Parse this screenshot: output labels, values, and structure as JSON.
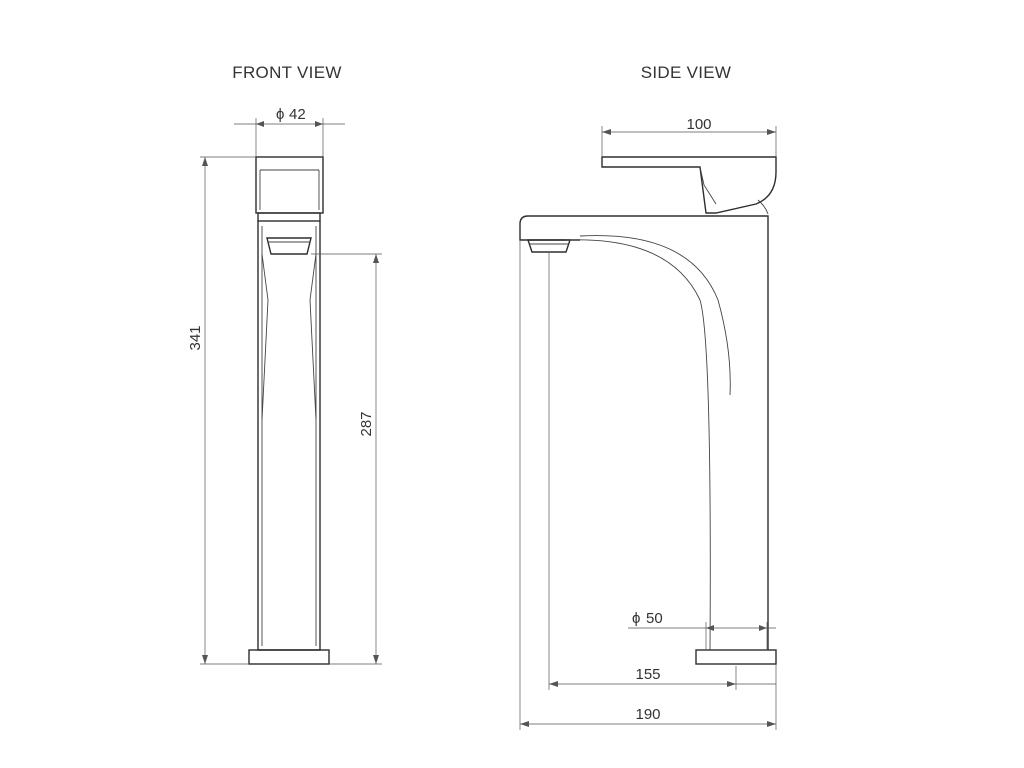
{
  "views": {
    "front": {
      "title": "FRONT VIEW"
    },
    "side": {
      "title": "SIDE VIEW"
    }
  },
  "dimensions": {
    "front_diameter": {
      "symbol": "ϕ",
      "value": "42"
    },
    "front_total_height": "341",
    "front_spout_height": "287",
    "side_handle_length": "100",
    "side_base_diameter": {
      "symbol": "ϕ",
      "value": "50"
    },
    "side_spout_reach": "155",
    "side_total_depth": "190"
  },
  "colors": {
    "line": "#2e2e2e",
    "text": "#333333",
    "background": "#ffffff"
  }
}
